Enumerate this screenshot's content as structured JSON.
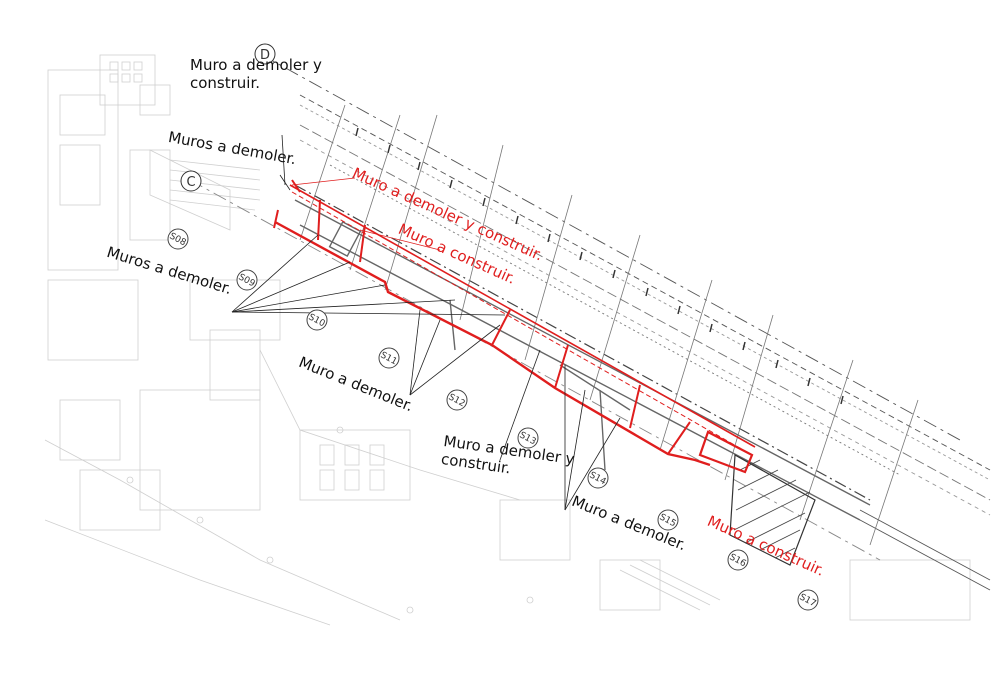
{
  "colors": {
    "red": "#e01e1e",
    "black": "#111111",
    "faint": "#c9c9c9",
    "medium": "#8a8a8a"
  },
  "grid_labels": {
    "D": "D",
    "C": "C"
  },
  "stations": [
    "S08",
    "S09",
    "S10",
    "S11",
    "S12",
    "S13",
    "S14",
    "S15",
    "S16",
    "S17"
  ],
  "annotations": {
    "top_left_demolish_build_1": "Muro a demoler y",
    "top_left_demolish_build_2": "construir.",
    "walls_demolish_top": "Muros a demoler.",
    "walls_demolish_left": "Muros a demoler.",
    "wall_demolish_center": "Muro a demoler.",
    "demolish_build_bottom_1": "Muro a demoler y",
    "demolish_build_bottom_2": "construir.",
    "wall_demolish_bottom_right": "Muro a demoler.",
    "red_demolish_build": "Muro a demoler y construir.",
    "red_build_top": "Muro a construir.",
    "red_build_bottom": "Muro a construir."
  }
}
